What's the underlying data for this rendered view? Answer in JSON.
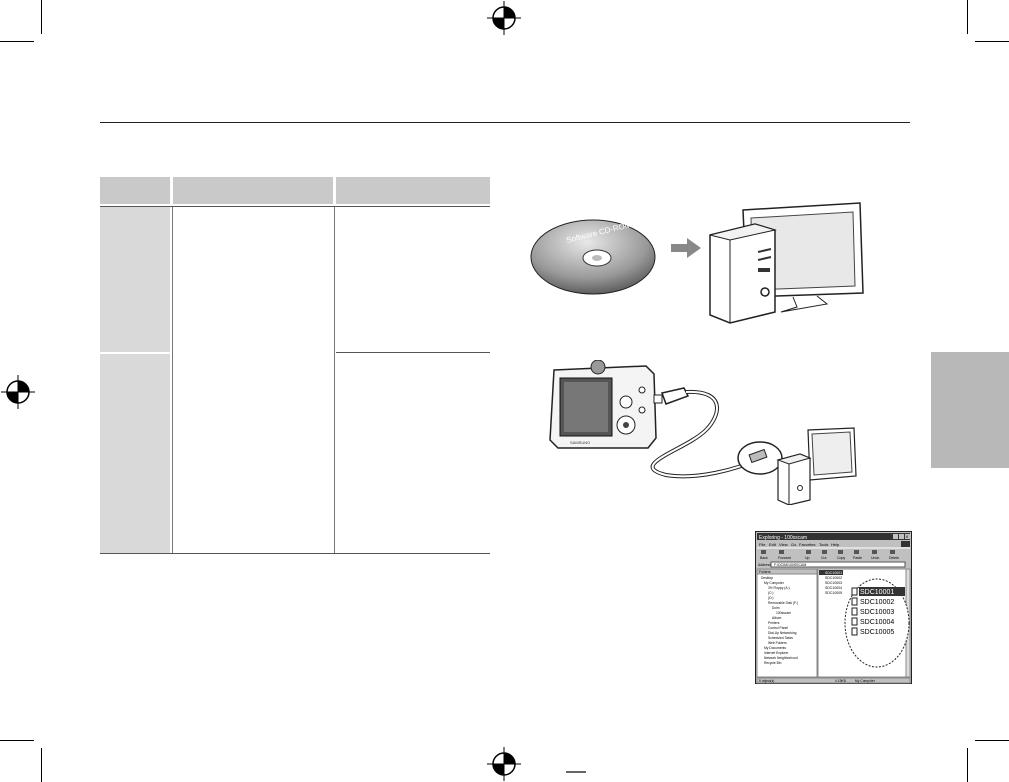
{
  "cd_label": "Software CD-ROM",
  "camera_brand": "SAMSUNG",
  "explorer": {
    "title": "Exploring - 100sscam",
    "close_label": "×",
    "menu": [
      "File",
      "Edit",
      "View",
      "Go",
      "Favorites",
      "Tools",
      "Help"
    ],
    "toolbar": [
      "Back",
      "Forward",
      "Up",
      "Cut",
      "Copy",
      "Paste",
      "Undo",
      "Delete"
    ],
    "address_label": "Address",
    "address_value": "F:\\DCIM\\100SSCAM",
    "folders_label": "Folders",
    "tree": [
      "Desktop",
      "My Computer",
      "3½ Floppy (A:)",
      "(C:)",
      "(D:)",
      "Removable Disk (F:)",
      "Dcim",
      "100sscam",
      "Album",
      "Printers",
      "Control Panel",
      "Dial-Up Networking",
      "Scheduled Tasks",
      "Web Folders",
      "My Documents",
      "Internet Explorer",
      "Network Neighborhood",
      "Recycle Bin"
    ],
    "files": [
      "SDC10001",
      "SDC10002",
      "SDC10003",
      "SDC10004",
      "SDC10005"
    ],
    "zoom_files": [
      "SDC10001",
      "SDC10002",
      "SDC10003",
      "SDC10004",
      "SDC10005"
    ],
    "status_left": "5 object(s)",
    "status_mid": "4.19KB",
    "status_right": "My Computer"
  }
}
